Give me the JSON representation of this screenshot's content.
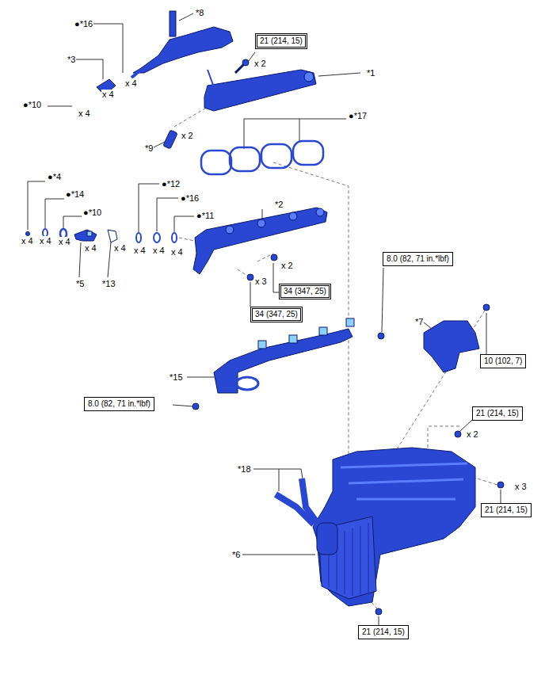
{
  "diagram": {
    "nodes": [
      {
        "text": [
          "21 (214, 15)"
        ]
      },
      {
        "text": [
          "8.0 (82, 71 in.*lbf)"
        ]
      },
      {
        "text": [
          "34 (347, 25)"
        ]
      },
      {
        "text": [
          "34 (347, 25)"
        ]
      },
      {
        "text": [
          "10 (102, 7)"
        ]
      },
      {
        "text": [
          "8.0 (82, 71 in.*lbf)"
        ]
      },
      {
        "text": [
          "21 (214, 15)"
        ]
      },
      {
        "text": [
          "21 (214, 15)"
        ]
      },
      {
        "text": [
          "21 (214, 15)"
        ]
      }
    ],
    "labels": [
      "●*16",
      "*8",
      "x 2",
      "*3",
      "*1",
      "x 4",
      "x 4",
      "●*10",
      "x 4",
      "●*17",
      "x 2",
      "*9",
      "●*4",
      "●*12",
      "●*14",
      "●*16",
      "*2",
      "●*10",
      "●*11",
      "x 4",
      "x 4",
      "x 4",
      "x 4",
      "x 4",
      "x 4",
      "x 4",
      "x 4",
      "x 2",
      "x 3",
      "*5",
      "*13",
      "*7",
      "*15",
      "x 2",
      "*18",
      "x 3",
      "*6"
    ]
  }
}
